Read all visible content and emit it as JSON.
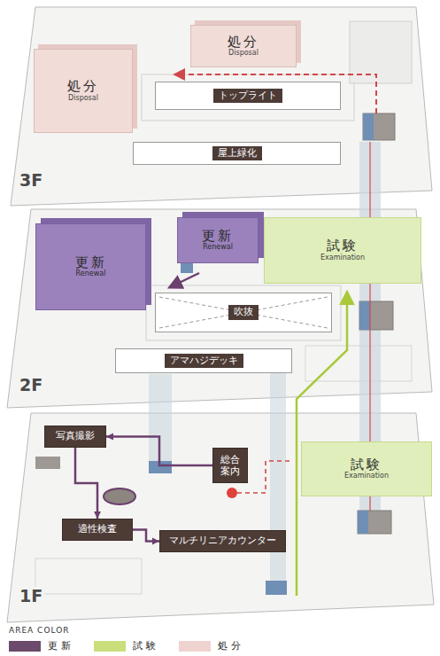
{
  "diagram": {
    "nodes": [
      {
        "text": [
          "処分",
          "Disposal"
        ]
      },
      {
        "text": [
          "処分",
          "Disposal"
        ]
      },
      {
        "text": [
          "トップライト"
        ]
      },
      {
        "text": [
          "屋上緑化"
        ]
      },
      {
        "text": [
          "更新",
          "Renewal"
        ]
      },
      {
        "text": [
          "更新",
          "Renewal"
        ]
      },
      {
        "text": [
          "試験",
          "Examination"
        ]
      },
      {
        "text": [
          "吹抜"
        ]
      },
      {
        "text": [
          "アマハジデッキ"
        ]
      },
      {
        "text": [
          "写真撮影"
        ]
      },
      {
        "text": [
          "総合案内"
        ]
      },
      {
        "text": [
          "試験",
          "Examination"
        ]
      },
      {
        "text": [
          "適性検査"
        ]
      },
      {
        "text": [
          "マルチリニアカウンター"
        ]
      }
    ],
    "edges": [
      {
        "from": 10,
        "to": 9,
        "arrow": "to"
      },
      {
        "from": 9,
        "to": 12,
        "arrow": "to"
      },
      {
        "from": 12,
        "to": 13,
        "arrow": "to"
      }
    ],
    "labels": [
      "3F",
      "2F",
      "1F",
      "AREA COLOR"
    ],
    "legend": [
      {
        "text": "更新",
        "color": "#6b4a6b"
      },
      {
        "text": "試験",
        "color": "#c8df7c"
      },
      {
        "text": "処分",
        "color": "#efd3cf"
      }
    ]
  }
}
